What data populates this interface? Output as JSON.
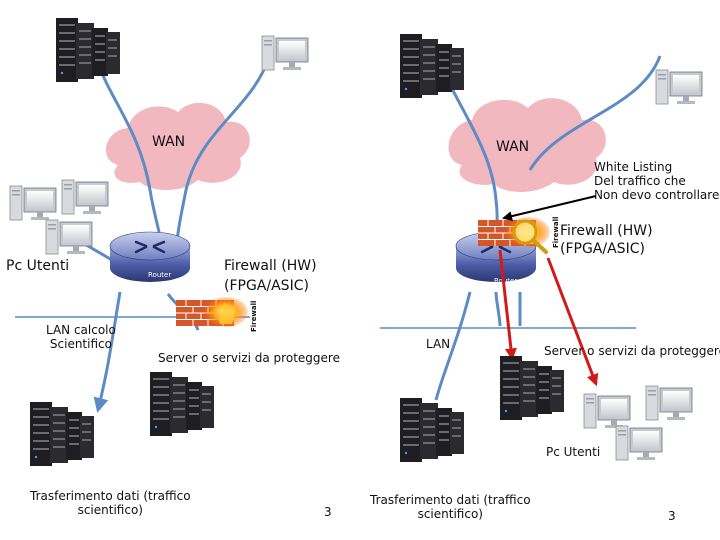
{
  "left": {
    "wan_label": "WAN",
    "pc_users_label": "Pc  Utenti",
    "lan_calc_label": "LAN calcolo\nScientifico",
    "firewall_label": "Firewall (HW)\n(FPGA/ASIC)",
    "servers_label": "Server o servizi da proteggere",
    "transfer_label": "Trasferimento dati (traffico\nscientifico)",
    "page_number": "3",
    "router_text": "Router",
    "firewall_text": "Firewall"
  },
  "right": {
    "wan_label": "WAN",
    "whitelist_label": "White Listing\nDel traffico che\nNon devo controllare",
    "firewall_label": "Firewall (HW)\n(FPGA/ASIC)",
    "lan_label": "LAN",
    "servers_label": "Server o servizi da proteggere",
    "pc_users_label": "Pc  Utenti",
    "transfer_label": "Trasferimento dati (traffico\nscientifico)",
    "page_number": "3",
    "router_text": "Router",
    "firewall_text": "Firewall"
  },
  "colors": {
    "cloud": "#f2b8bf",
    "link": "#5d8bc4",
    "arrow_red": "#d21a1a",
    "router": "#4a5a9e",
    "brick": "#d4572a",
    "server": "#1e1e22"
  }
}
